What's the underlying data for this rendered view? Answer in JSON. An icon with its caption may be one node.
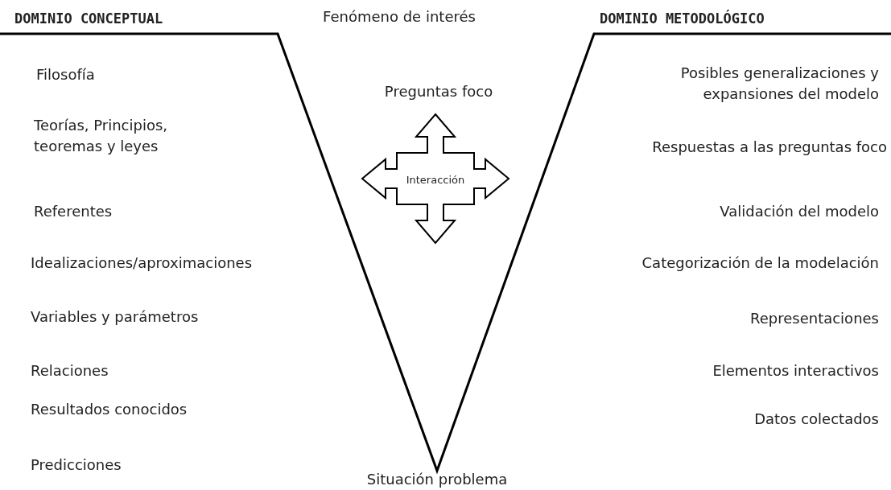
{
  "diagram": {
    "nodes": [
      {
        "text": [
          "Interacción"
        ]
      }
    ],
    "labels": [
      "DOMINIO CONCEPTUAL",
      "Fenómeno de interés",
      "DOMINIO METODOLÓGICO",
      "Filosofía",
      "Preguntas foco",
      "Posibles generalizaciones y expansiones del modelo",
      "Teorías, Principios, teoremas y leyes",
      "Respuestas a las preguntas foco",
      "Referentes",
      "Validación del modelo",
      "Idealizaciones/aproximaciones",
      "Categorización de la modelación",
      "Variables y parámetros",
      "Representaciones",
      "Relaciones",
      "Elementos interactivos",
      "Resultados conocidos",
      "Datos colectados",
      "Predicciones",
      "Situación problema"
    ]
  }
}
